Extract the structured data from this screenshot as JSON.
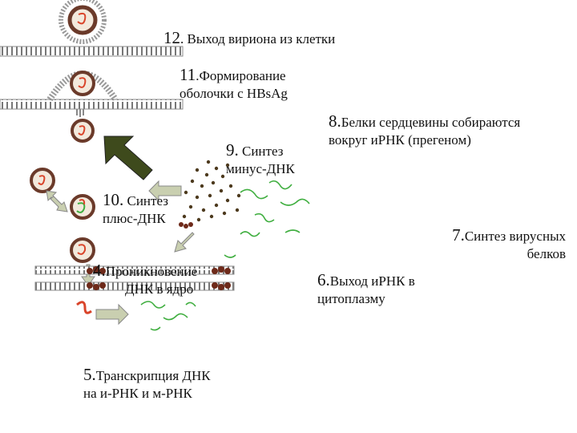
{
  "steps": {
    "s12": {
      "num": "12",
      "text": ". Выход вириона из клетки"
    },
    "s11": {
      "num": "11",
      "line1": ".Формирование",
      "line2": "оболочки с HBsAg"
    },
    "s9": {
      "num": "9.",
      "line1": " Синтез",
      "line2": "минус-ДНК"
    },
    "s8": {
      "num": "8.",
      "line1": "Белки сердцевины собираются",
      "line2": "вокруг иРНК (прегеном)"
    },
    "s10": {
      "num": "10.",
      "line1": " Синтез",
      "line2": "плюс-ДНК"
    },
    "s7": {
      "num": "7.",
      "line1": "Синтез вирусных",
      "line2": "белков"
    },
    "s4": {
      "num": "4.",
      "line1": "Проникновение",
      "line2": "ДНК в ядро"
    },
    "s6": {
      "num": "6.",
      "line1": "Выход иРНК в",
      "line2": "цитоплазму"
    },
    "s5": {
      "num": "5.",
      "line1": "Транскрипция ДНК",
      "line2": "на и-РНК и м-РНК"
    }
  },
  "colors": {
    "membrane": "#7d7d7d",
    "capsid": "#6b3a2a",
    "capsid_fill": "#f3e9dc",
    "dna": "#d9442a",
    "rna": "#3fae3f",
    "protein": "#4d3a1e",
    "arrow_dark": "#3e4a1c",
    "arrow_light": "#c9cfb0"
  }
}
